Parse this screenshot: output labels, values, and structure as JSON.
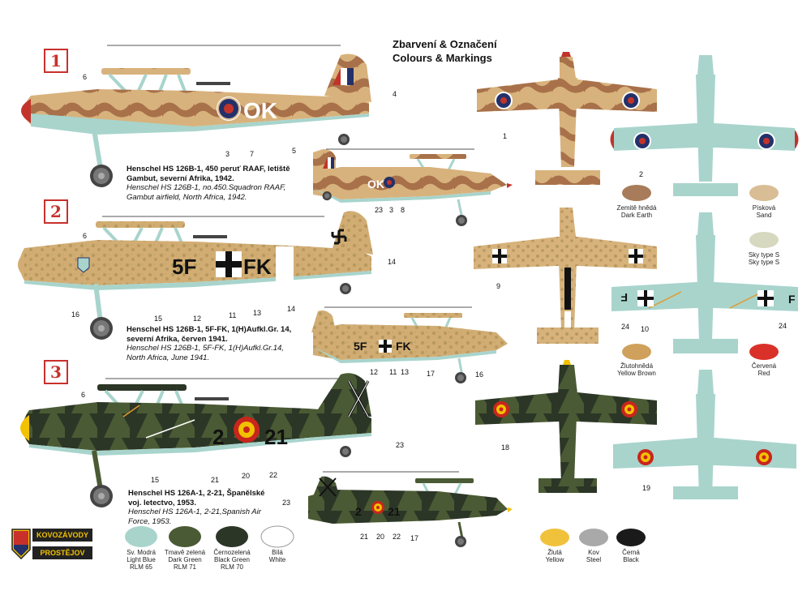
{
  "title": {
    "line1": "Zbarvení & Označení",
    "line2": "Colours & Markings"
  },
  "schemes": [
    {
      "number": "1",
      "caption_bold": [
        "Henschel HS 126B-1, 450 peruť RAAF, letiště",
        "Gambut, severní Afrika, 1942."
      ],
      "caption_italic": [
        "Henschel HS 126B-1, no.450.Squadron RAAF,",
        "Gambut airfield, North Africa, 1942."
      ],
      "code": "OK"
    },
    {
      "number": "2",
      "caption_bold": [
        "Henschel HS 126B-1, 5F-FK, 1(H)Aufkl.Gr. 14,",
        "severní Afrika, červen 1941."
      ],
      "caption_italic": [
        "Henschel HS 126B-1, 5F-FK, 1(H)Aufkl.Gr.14,",
        "North Africa, June 1941."
      ],
      "code_left": "5F",
      "code_right": "FK"
    },
    {
      "number": "3",
      "caption_bold": [
        "Henschel HS 126A-1, 2-21, Španělské",
        "voj. letectvo, 1953."
      ],
      "caption_italic": [
        "Henschel HS 126A-1, 2-21,Spanish Air",
        "Force, 1953."
      ],
      "code_left": "2",
      "code_right": "21"
    }
  ],
  "callouts": {
    "s1_side": [
      "6",
      "4",
      "3",
      "7"
    ],
    "s1_small": [
      "5",
      "23",
      "3",
      "8"
    ],
    "s1_top": [
      "1",
      "2"
    ],
    "s2_side": [
      "6",
      "14",
      "16",
      "15",
      "12",
      "11",
      "13"
    ],
    "s2_small": [
      "14",
      "12",
      "11",
      "13",
      "17",
      "16"
    ],
    "s2_top": [
      "9",
      "24",
      "10",
      "24"
    ],
    "s3_side": [
      "6",
      "23",
      "15",
      "21",
      "20",
      "22"
    ],
    "s3_small": [
      "23",
      "21",
      "20",
      "22",
      "17"
    ],
    "s3_top": [
      "18",
      "19"
    ]
  },
  "swatches_bottom": [
    {
      "cz": "Sv. Modrá",
      "en": "Light Blue",
      "ref": "RLM 65",
      "color": "#a8d4cc"
    },
    {
      "cz": "Tmavě zelená",
      "en": "Dark Green",
      "ref": "RLM 71",
      "color": "#4a5a34"
    },
    {
      "cz": "Černozelená",
      "en": "Black Green",
      "ref": "RLM 70",
      "color": "#2c3626"
    },
    {
      "cz": "Bílá",
      "en": "White",
      "ref": "",
      "color": "#ffffff"
    }
  ],
  "swatches_right": [
    {
      "cz": "Zemitě hnědá",
      "en": "Dark Earth",
      "color": "#a87c5a"
    },
    {
      "cz": "Písková",
      "en": "Sand",
      "color": "#d9bd94"
    },
    {
      "cz": "Sky type S",
      "en": "Sky type S",
      "color": "#d6d8bf"
    },
    {
      "cz": "Žlutohnědá",
      "en": "Yellow Brown",
      "color": "#cfa15c"
    },
    {
      "cz": "Červená",
      "en": "Red",
      "color": "#d9312a"
    }
  ],
  "swatches_misc": [
    {
      "cz": "Žlutá",
      "en": "Yellow",
      "color": "#f0c23c"
    },
    {
      "cz": "Kov",
      "en": "Steel",
      "color": "#a9a9a9"
    },
    {
      "cz": "Černá",
      "en": "Black",
      "color": "#1a1a1a"
    }
  ],
  "logo": {
    "top": "KOVOZÁVODY",
    "bottom": "PROSTĚJOV"
  },
  "colors": {
    "sand": "#d8b27c",
    "earth": "#a8714a",
    "light_blue": "#a8d4cc",
    "dark_green": "#4a5a34",
    "black_green": "#2c3626",
    "raf_blue": "#23306a",
    "raf_red": "#c2342a",
    "spain_red": "#c8261d",
    "spain_yellow": "#f2c200"
  }
}
